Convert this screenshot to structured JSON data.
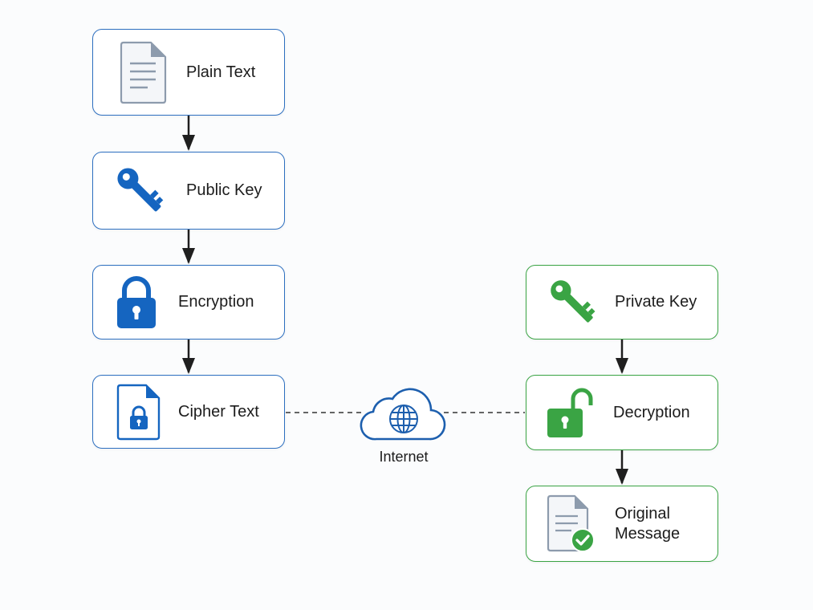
{
  "colors": {
    "blue": "#2d6fc0",
    "green": "#3aa444",
    "arrow": "#1f1f1f"
  },
  "nodes": {
    "plain_text": {
      "label": "Plain Text",
      "icon": "document-icon"
    },
    "public_key": {
      "label": "Public Key",
      "icon": "key-icon"
    },
    "encryption": {
      "label": "Encryption",
      "icon": "lock-icon"
    },
    "cipher_text": {
      "label": "Cipher Text",
      "icon": "locked-document-icon"
    },
    "private_key": {
      "label": "Private Key",
      "icon": "key-icon"
    },
    "decryption": {
      "label": "Decryption",
      "icon": "unlock-icon"
    },
    "original_message": {
      "label_line1": "Original",
      "label_line2": "Message",
      "icon": "verified-document-icon"
    }
  },
  "channel": {
    "label": "Internet",
    "icon": "cloud-globe-icon"
  },
  "edges": [
    {
      "from": "Plain Text",
      "to": "Public Key"
    },
    {
      "from": "Public Key",
      "to": "Encryption"
    },
    {
      "from": "Encryption",
      "to": "Cipher Text"
    },
    {
      "from": "Cipher Text",
      "to": "Internet",
      "style": "dashed"
    },
    {
      "from": "Internet",
      "to": "Decryption",
      "style": "dashed"
    },
    {
      "from": "Private Key",
      "to": "Decryption"
    },
    {
      "from": "Decryption",
      "to": "Original Message"
    }
  ]
}
